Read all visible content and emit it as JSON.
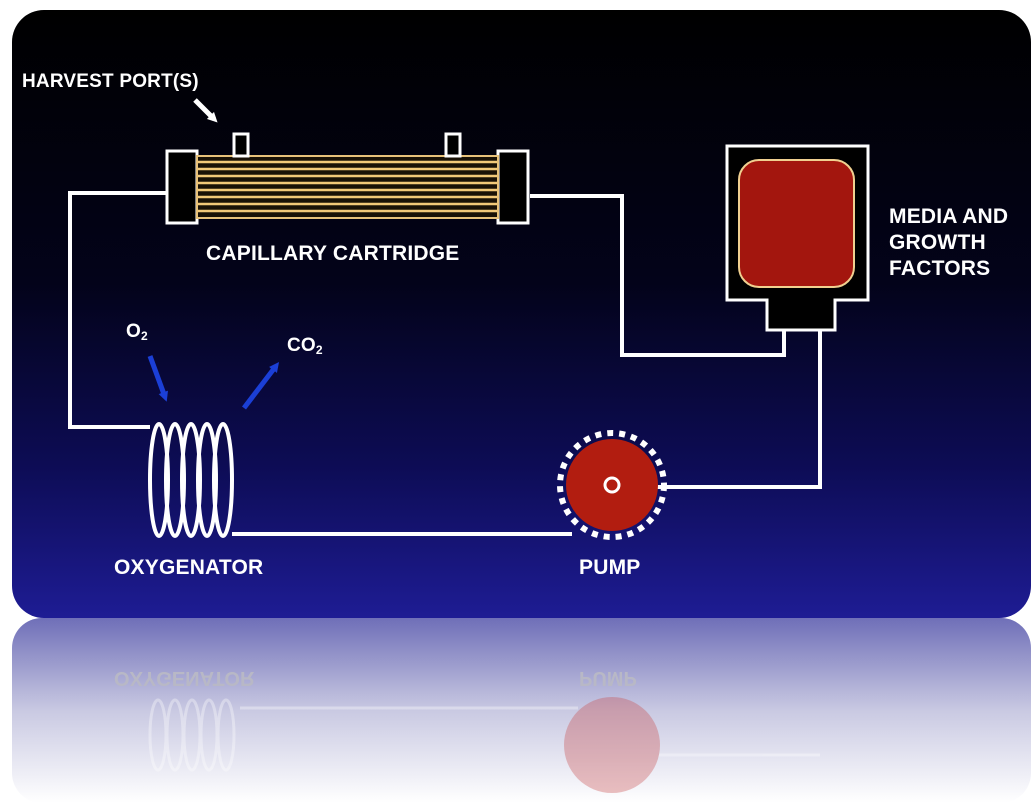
{
  "labels": {
    "harvest_ports": "HARVEST PORT(S)",
    "capillary_cartridge": "CAPILLARY CARTRIDGE",
    "media_line1": "MEDIA AND",
    "media_line2": "GROWTH",
    "media_line3": "FACTORS",
    "o2_base": "O",
    "o2_sub": "2",
    "co2_base": "CO",
    "co2_sub": "2",
    "oxygenator": "OXYGENATOR",
    "pump": "PUMP"
  },
  "icons": {
    "oxygenator": "coil-icon",
    "pump": "roller-pump-icon",
    "cartridge": "hollow-fiber-cartridge-icon",
    "media_bag": "media-bag-icon",
    "arrows": "arrow-icon"
  },
  "colors": {
    "background_top": "#000000",
    "background_bottom": "#1c1a8a",
    "line": "#ffffff",
    "fiber": "#f2c978",
    "media_fill": "#a3160e",
    "pump_fill": "#b21d10",
    "gas_arrow": "#1b3fd6"
  }
}
